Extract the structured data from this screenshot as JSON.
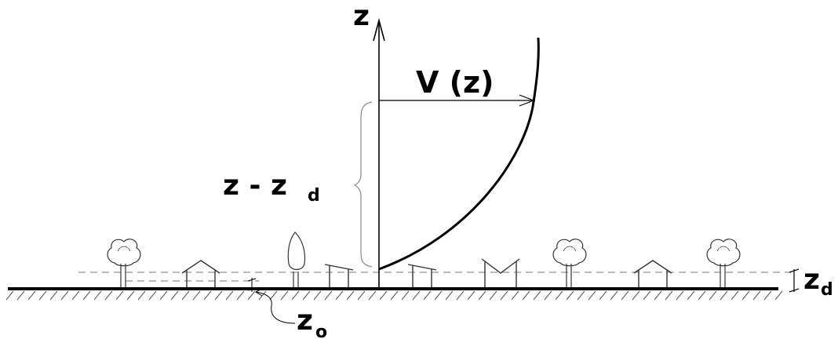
{
  "labels": {
    "axis_z": "z",
    "velocity": "V (z)",
    "height_main": "z - z",
    "height_sub": "d",
    "zd_main": "z",
    "zd_sub": "d",
    "z0_main": "z",
    "z0_sub": "o"
  }
}
